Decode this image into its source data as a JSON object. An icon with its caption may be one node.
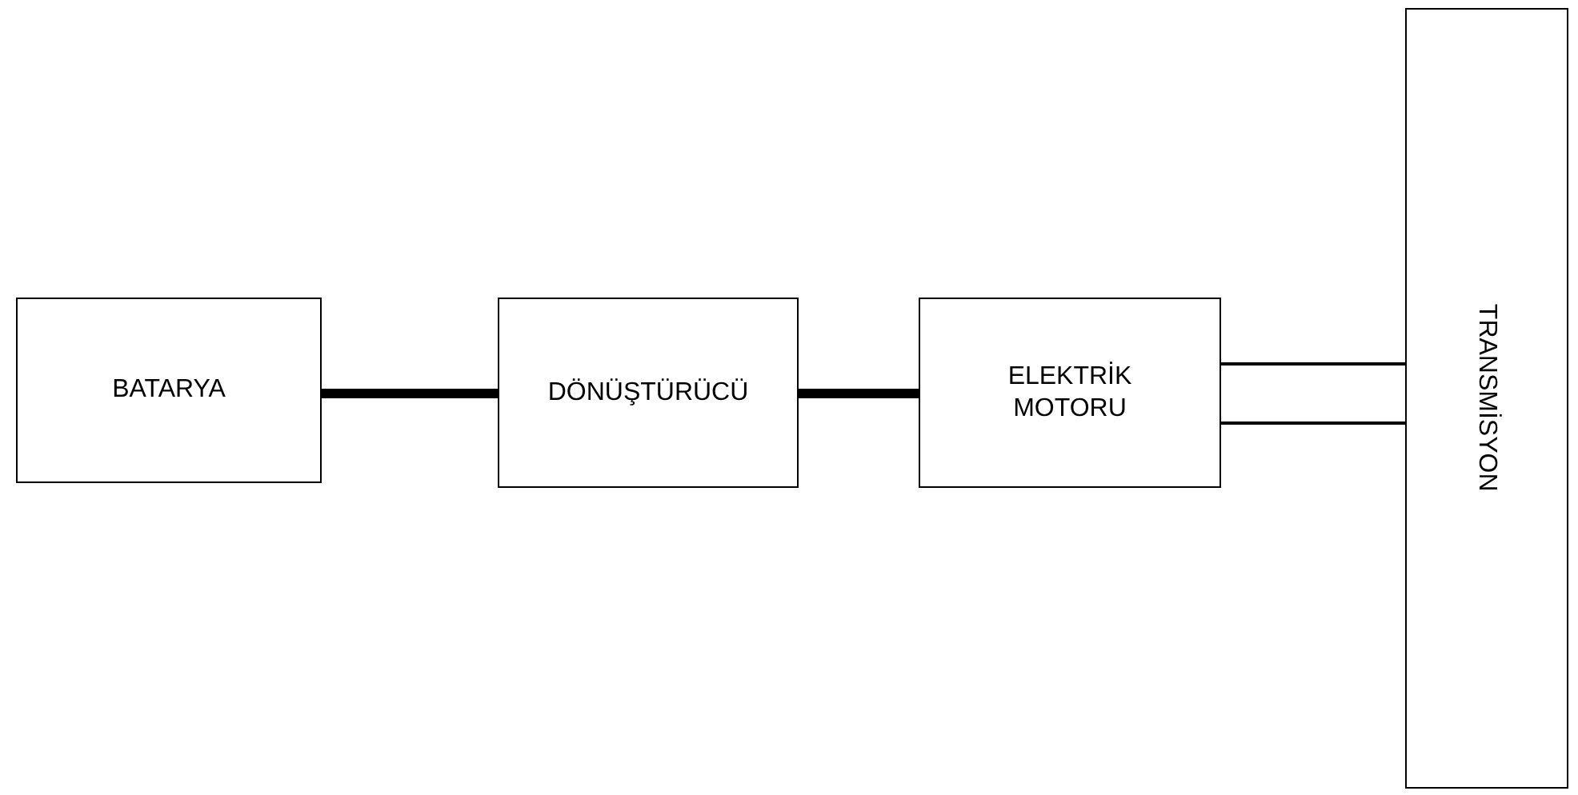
{
  "diagram": {
    "nodes": [
      {
        "text": [
          "BATARYA"
        ]
      },
      {
        "text": [
          "DÖNÜŞTÜRÜCÜ"
        ]
      },
      {
        "text": [
          "ELEKTRİK MOTORU"
        ]
      },
      {
        "text": [
          "TRANSMİSYON"
        ]
      }
    ],
    "edges": [
      {
        "from": 0,
        "to": 1,
        "arrow": "none",
        "style": "thick"
      },
      {
        "from": 1,
        "to": 2,
        "arrow": "none",
        "style": "thick"
      },
      {
        "from": 2,
        "to": 3,
        "arrow": "none"
      },
      {
        "from": 2,
        "to": 3,
        "arrow": "none"
      }
    ]
  }
}
